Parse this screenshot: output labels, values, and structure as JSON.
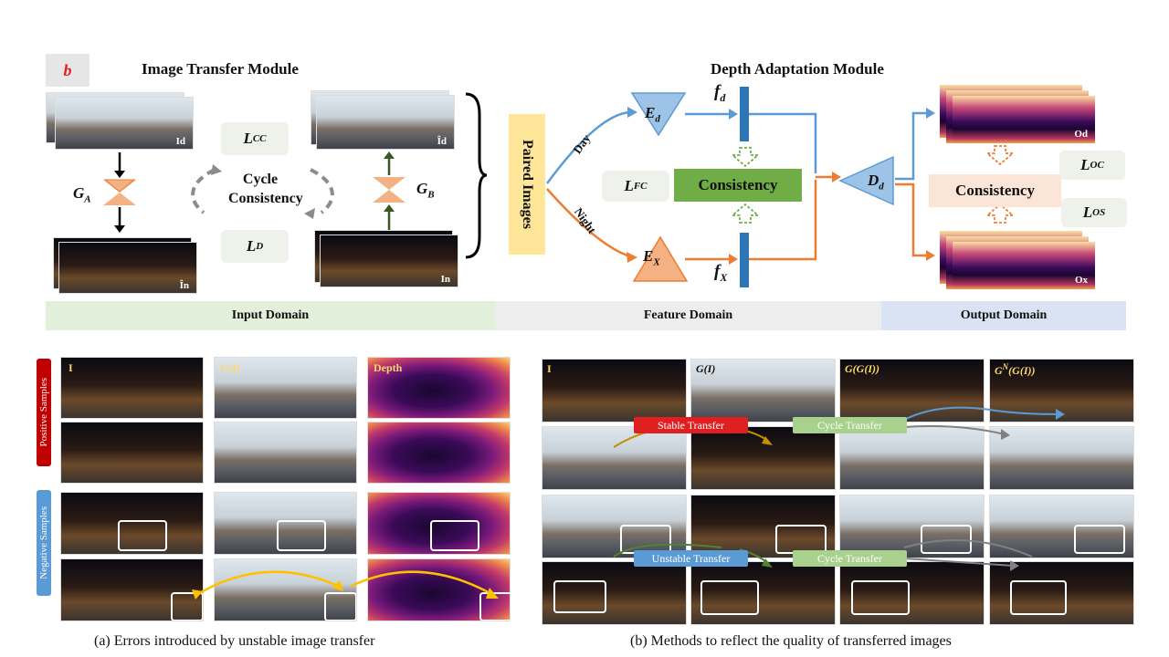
{
  "panel_letter": "b",
  "top": {
    "image_transfer_title": "Image Transfer Module",
    "depth_adaptation_title": "Depth Adaptation Module",
    "cycle_consistency": "Cycle Consistency",
    "generator_a": "G",
    "generator_a_sub": "A",
    "generator_b": "G",
    "generator_b_sub": "B",
    "loss_cc": "L",
    "loss_cc_sub": "CC",
    "loss_d": "L",
    "loss_d_sub": "D",
    "loss_fc": "L",
    "loss_fc_sub": "FC",
    "loss_oc": "L",
    "loss_oc_sub": "OC",
    "loss_os": "L",
    "loss_os_sub": "OS",
    "label_id": "Id",
    "label_in_hat": "Ȋn",
    "label_id_hat": "Ȋd",
    "label_in": "In",
    "paired_images": "Paired Images",
    "day": "Day",
    "night": "Night",
    "encoder_d": "E",
    "encoder_d_sub": "d",
    "encoder_x": "E",
    "encoder_x_sub": "X",
    "feature_d": "f",
    "feature_d_sub": "d",
    "feature_x": "f",
    "feature_x_sub": "X",
    "consistency_feature": "Consistency",
    "decoder_d": "D",
    "decoder_d_sub": "d",
    "consistency_output": "Consistency",
    "label_od": "Od",
    "label_ox": "Ox"
  },
  "domains": {
    "input": "Input Domain",
    "feature": "Feature Domain",
    "output": "Output Domain"
  },
  "colors": {
    "blue": "#5b9bd5",
    "orange": "#ed7d31",
    "green": "#70ad47",
    "green_dark": "#548235",
    "band_input": "#e2efda",
    "band_feature": "#ededed",
    "band_output": "#dae3f3",
    "paired_bg": "#ffe699",
    "consistency_out_bg": "#fbe5d6",
    "red_tag": "#e02020",
    "cycle_tag": "#a9d18e",
    "unstable_tag": "#5b9bd5"
  },
  "panel_a": {
    "col_i": "I",
    "col_gi": "G(I)",
    "col_depth": "Depth",
    "positive": "Positive Samples",
    "negative": "Negative Samples",
    "caption": "(a)  Errors introduced by unstable image transfer"
  },
  "panel_b": {
    "col_i": "I",
    "col_gi": "G(I)",
    "col_ggi": "G(G(I))",
    "col_gn": "G",
    "col_gn_sup": "N",
    "col_gn_tail": "(G(I))",
    "stable_transfer": "Stable Transfer",
    "cycle_transfer_1": "Cycle Transfer",
    "unstable_transfer": "Unstable Transfer",
    "cycle_transfer_2": "Cycle Transfer",
    "caption": "(b)  Methods to reflect the quality of transferred images"
  }
}
